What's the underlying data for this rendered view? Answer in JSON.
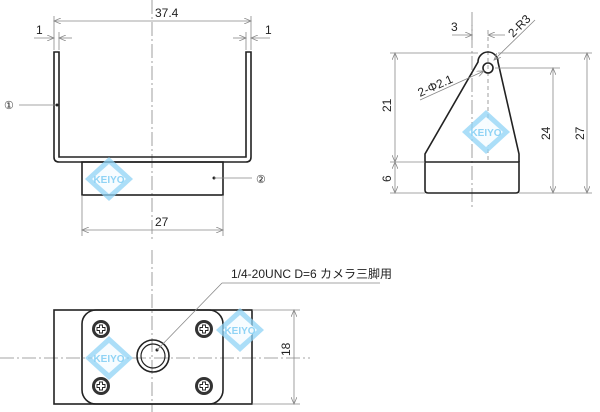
{
  "front_view": {
    "dim_overall_width": "37.4",
    "dim_left_thickness": "1",
    "dim_right_thickness": "1",
    "dim_block_width": "27",
    "callout_part1": "①",
    "callout_part2": "②"
  },
  "side_view": {
    "dim_hole_offset": "3",
    "dim_radius": "2-R3",
    "dim_hole_diameter": "2-Φ2.1",
    "dim_plate_height": "21",
    "dim_base_height": "6",
    "dim_hole_height": "24",
    "dim_total_height": "27"
  },
  "bottom_view": {
    "thread_note": "1/4-20UNC D=6 カメラ三脚用",
    "dim_depth": "18"
  },
  "watermark": {
    "text": "KEIYO",
    "color": "#8fd3f5"
  },
  "colors": {
    "line": "#222222",
    "dimension": "#888888",
    "background": "#ffffff"
  }
}
